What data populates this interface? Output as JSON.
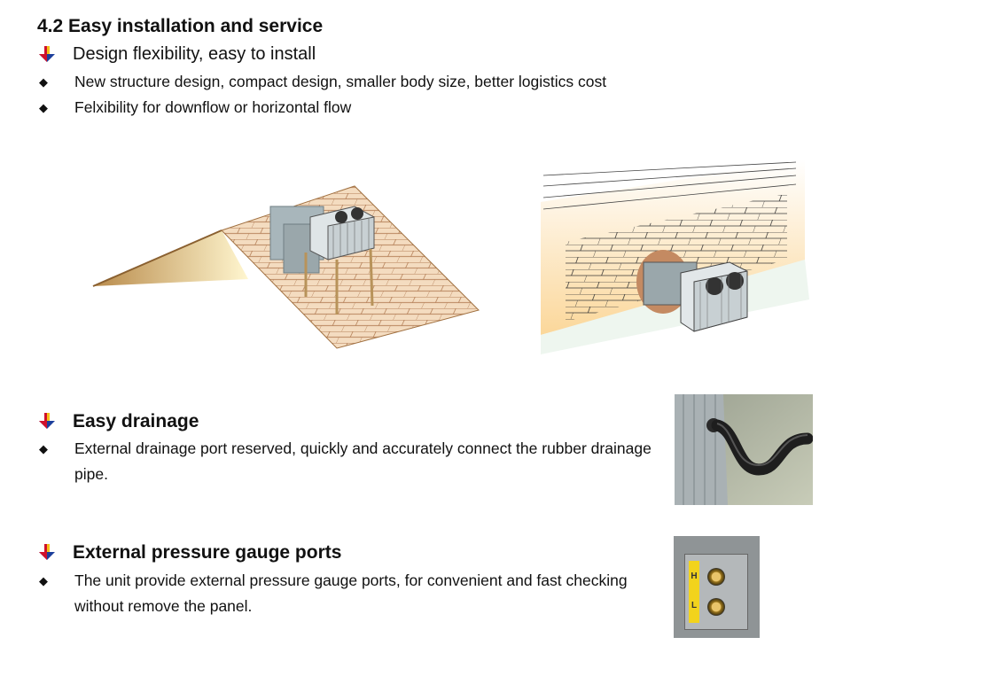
{
  "section_title": "4.2 Easy installation and service",
  "sections": [
    {
      "heading": "Design flexibility, easy to install",
      "bullets": [
        "New structure design, compact design, smaller body size, better logistics cost",
        "Felxibility for downflow or horizontal flow"
      ]
    },
    {
      "heading": "Easy drainage",
      "bullets": [
        "External drainage port reserved, quickly and accurately connect the rubber drainage pipe."
      ]
    },
    {
      "heading": "External pressure gauge ports",
      "bullets": [
        "The unit provide external pressure gauge ports, for convenient and fast checking without remove the panel."
      ]
    }
  ],
  "gauge_labels": {
    "high": "H",
    "low": "L"
  },
  "icons": {
    "section_marker": "down-arrow-icon",
    "bullet": "diamond-bullet-icon"
  },
  "colors": {
    "arrow_red": "#d0112b",
    "arrow_blue": "#1c3f9c",
    "arrow_yellow": "#f4c21a",
    "roof_brown": "#c9a070",
    "unit_grey": "#9aa7ab",
    "gauge_yellow": "#f2d31c"
  }
}
